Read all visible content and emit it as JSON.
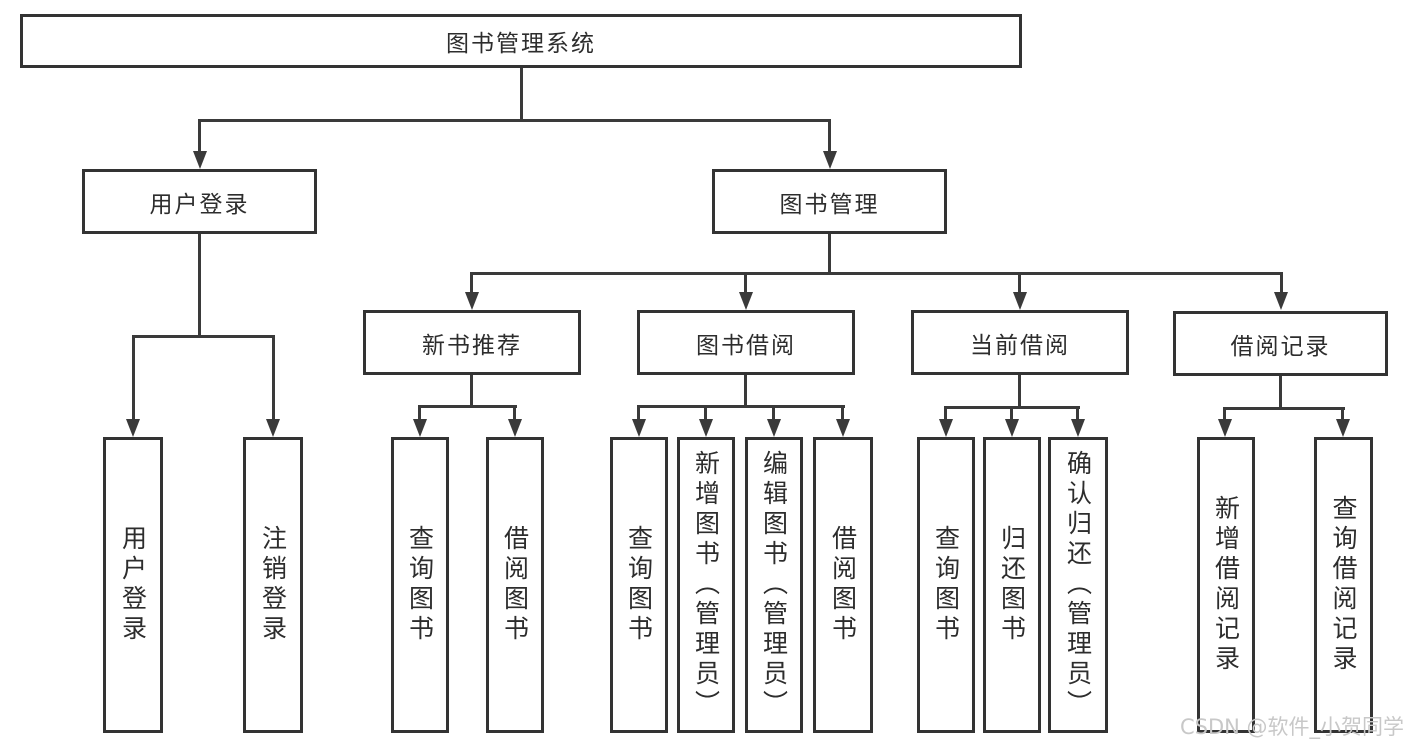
{
  "diagram": {
    "type": "tree",
    "watermark": "CSDN @软件_小贺同学",
    "colors": {
      "background": "#ffffff",
      "line": "#3a3a3a",
      "box_border": "#333333",
      "box_fill": "#ffffff",
      "text": "#2d2d2d",
      "watermark": "#c8c8c8"
    },
    "nodes": {
      "root": {
        "label": "图书管理系统"
      },
      "user_login": {
        "label": "用户登录"
      },
      "book_mgmt": {
        "label": "图书管理"
      },
      "new_book_rec": {
        "label": "新书推荐"
      },
      "book_borrow": {
        "label": "图书借阅"
      },
      "current_borrow": {
        "label": "当前借阅"
      },
      "borrow_record": {
        "label": "借阅记录"
      },
      "login_user": {
        "label": "用户登录"
      },
      "login_logout": {
        "label": "注销登录"
      },
      "rec_query": {
        "label": "查询图书"
      },
      "rec_borrow": {
        "label": "借阅图书"
      },
      "bor_query": {
        "label": "查询图书"
      },
      "bor_add": {
        "label": "新增图书（管理员）"
      },
      "bor_edit": {
        "label": "编辑图书（管理员）"
      },
      "bor_borrow": {
        "label": "借阅图书"
      },
      "cur_query": {
        "label": "查询图书"
      },
      "cur_return": {
        "label": "归还图书"
      },
      "cur_confirm": {
        "label": "确认归还（管理员）"
      },
      "rcd_add": {
        "label": "新增借阅记录"
      },
      "rcd_query": {
        "label": "查询借阅记录"
      }
    },
    "edges": [
      [
        "root",
        "user_login"
      ],
      [
        "root",
        "book_mgmt"
      ],
      [
        "user_login",
        "login_user"
      ],
      [
        "user_login",
        "login_logout"
      ],
      [
        "book_mgmt",
        "new_book_rec"
      ],
      [
        "book_mgmt",
        "book_borrow"
      ],
      [
        "book_mgmt",
        "current_borrow"
      ],
      [
        "book_mgmt",
        "borrow_record"
      ],
      [
        "new_book_rec",
        "rec_query"
      ],
      [
        "new_book_rec",
        "rec_borrow"
      ],
      [
        "book_borrow",
        "bor_query"
      ],
      [
        "book_borrow",
        "bor_add"
      ],
      [
        "book_borrow",
        "bor_edit"
      ],
      [
        "book_borrow",
        "bor_borrow"
      ],
      [
        "current_borrow",
        "cur_query"
      ],
      [
        "current_borrow",
        "cur_return"
      ],
      [
        "current_borrow",
        "cur_confirm"
      ],
      [
        "borrow_record",
        "rcd_add"
      ],
      [
        "borrow_record",
        "rcd_query"
      ]
    ]
  }
}
